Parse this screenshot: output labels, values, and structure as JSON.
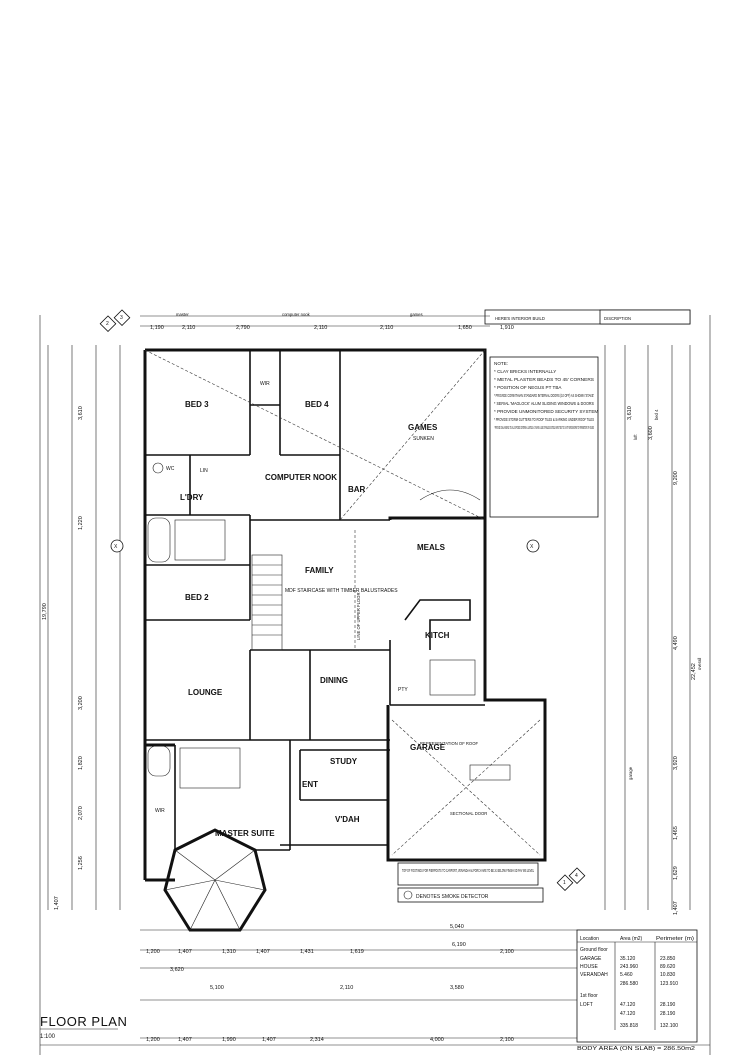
{
  "title": "FLOOR PLAN",
  "scale": "1:100",
  "header_block": {
    "top": "HERB'S INTERIOR BUILD",
    "description": "DISCRIPTION"
  },
  "rooms": {
    "bed3": "BED 3",
    "bed4": "BED 4",
    "games": "GAMES",
    "games_sub": "SUNKEN",
    "computer_nook": "COMPUTER NOOK",
    "bar": "BAR",
    "lin": "LIN",
    "ldry": "L'DRY",
    "wc": "WC",
    "wir": "WIR",
    "meals": "MEALS",
    "family": "FAMILY",
    "bed2": "BED 2",
    "kitch": "KITCH",
    "lounge": "LOUNGE",
    "dining": "DINING",
    "pty": "PTY",
    "study": "STUDY",
    "garage": "GARAGE",
    "ent": "ENT",
    "vdah": "V'DAH",
    "master_suite": "MASTER SUITE",
    "stair": "MDF STAIRCASE WITH TIMBER BALUSTRADES",
    "void": "LINE OF UPPER FLOOR"
  },
  "notes": {
    "heading": "NOTE:",
    "items": [
      "* CLAY BRICKS INTERNALLY",
      "* METAL PLASTER BEADS TO 45' CORNERS",
      "* POSITION OF NEGUS PT TBA",
      "* PROVIDE CORINTHIAN STANDARD INTERNAL DOORS (10 OFF) AS SHOWN 'STAKE'",
      "* SERIAL 'MAGLOCK' ALUM SLIDING WINDOWS & DOORS",
      "* PROVIDE UNMONITORED SECURITY SYSTEM",
      "* PROVIDE STORM GUTTERS TO ROOF TILES & SARKING UNDER ROOF TILES",
      "* PROVIDE GALVANISING TO ALL EXPOSED EXTERNAL LINTELS & T-BARS & USE STAINLESS STEEL WIRE TIES TO CAVITY BRICKWORK TO PERIMETER OF HOUSE"
    ]
  },
  "smoke_detector": "DENOTES SMOKE DETECTOR",
  "footings_note": "TOP OF FOOTINGS FOR PIERPOSTS TO CARPORT, VERANDAH & PORCH ARE TO BE 2c BELOW FINISH SD PAV MS LEVEL",
  "garage_note": "REPRESENTATION OF ROOF",
  "garage_door": "SECTIONAL DOOR",
  "area_table": {
    "headers": [
      "Location",
      "Area (m2)",
      "Perimeter (m)"
    ],
    "ground_floor": "Ground floor",
    "rows": [
      [
        "GARAGE",
        "35.120",
        "23.850"
      ],
      [
        "HOUSE",
        "243.960",
        "89.620"
      ],
      [
        "VERANDAH",
        "5.460",
        "10.830"
      ],
      [
        "",
        "286.580",
        "123.910"
      ]
    ],
    "first_floor": "1st floor",
    "rows2": [
      [
        "LOFT",
        "47.120",
        "28.190"
      ],
      [
        "",
        "47.120",
        "28.190"
      ],
      [
        "",
        "335.818",
        "132.100"
      ]
    ],
    "footer": "BODY AREA (ON SLAB) = 286.50m2"
  },
  "dims": {
    "top": [
      "1,190",
      "2,110",
      "2,790",
      "2,110",
      "2,110",
      "1,650",
      "1,910"
    ],
    "top_labels": [
      "master",
      "computer nook",
      "games"
    ],
    "right": [
      "3,610",
      "3,600",
      "9,200",
      "4,490",
      "3,920",
      "22,452",
      "1,465",
      "1,629",
      "1,407"
    ],
    "right_labels": [
      "bed 4",
      "loft",
      "overall",
      "garage"
    ],
    "left": [
      "3,610",
      "1,220",
      "3,200",
      "1,820",
      "2,070",
      "1,256",
      "1,407"
    ],
    "left_total": "19,790",
    "bottom_rows": [
      [
        "1,200",
        "1,407",
        "1,310",
        "1,407",
        "1,431",
        "1,619",
        "2,100"
      ],
      [
        "3,620",
        "5,100",
        "2,110",
        "3,580"
      ],
      [
        "1,200",
        "1,407",
        "1,990",
        "1,407",
        "2,314",
        "4,000",
        "2,100"
      ]
    ],
    "bottom_total": "6,190",
    "bottom_sub": "5,040"
  },
  "markers": [
    "2",
    "3",
    "1",
    "4",
    "X",
    "X"
  ]
}
